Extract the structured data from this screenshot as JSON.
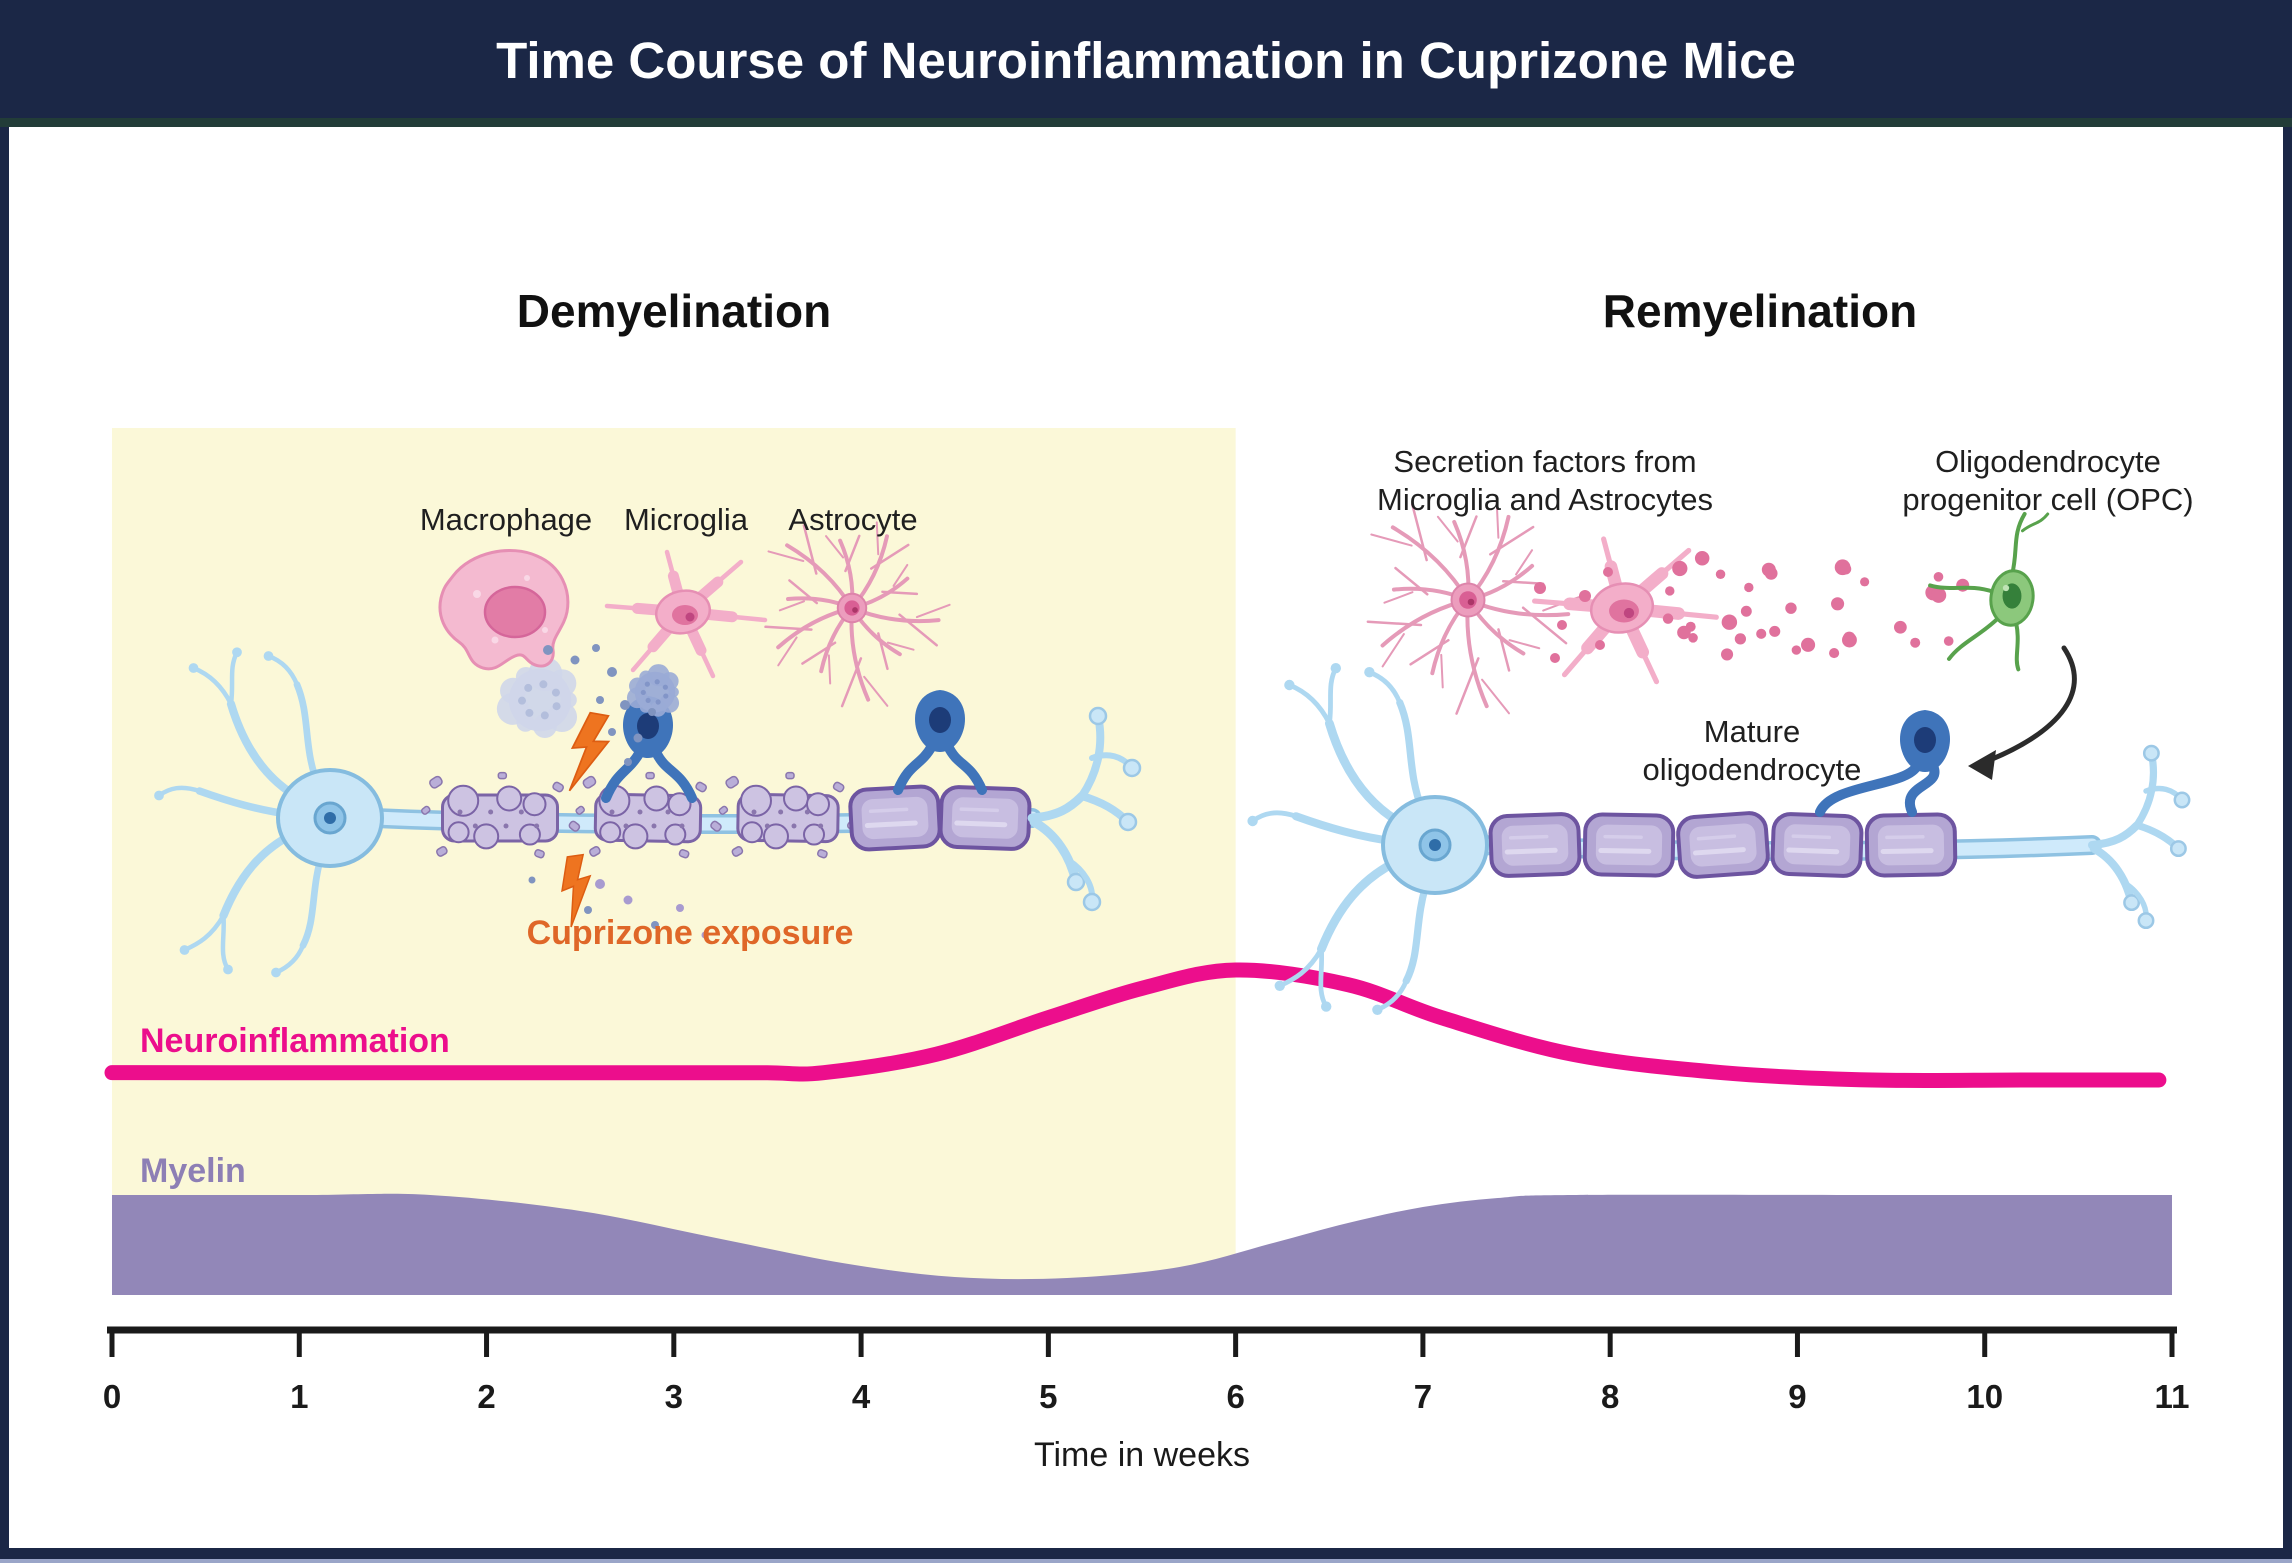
{
  "title": "Time Course of Neuroinflammation in Cuprizone Mice",
  "palette": {
    "header_bg": "#1b2746",
    "header_accent_line": "#223c38",
    "frame_border": "#1b2746",
    "frame_bottom_edge": "#9aa5c8",
    "canvas_bg": "#ffffff",
    "demyelination_panel_bg": "#fbf8d8",
    "neuroinflammation_pink": "#ec0e8c",
    "myelin_purple": "#9287b8",
    "myelin_label_purple": "#8d7fb5",
    "cuprizone_orange": "#df6728",
    "lightning_orange": "#ee7420",
    "axis_black": "#1a1a1a",
    "immune_cell_pink": "#f3aec9",
    "neuron_light_blue": "#c9e6f7",
    "oligodendrocyte_blue": "#3f74ba",
    "myelin_sheath_fill": "#b3a6d3",
    "myelin_sheath_outline": "#6d54a0",
    "opc_green": "#8cc87c",
    "secretion_dot_pink": "#e0719c",
    "arrow_black": "#2b2b2b"
  },
  "phases": {
    "demyelination": {
      "label": "Demyelination",
      "weeks_start": 0,
      "weeks_end": 6
    },
    "remyelination": {
      "label": "Remyelination",
      "weeks_start": 6,
      "weeks_end": 11
    }
  },
  "demyelination_panel": {
    "cell_labels": [
      "Macrophage",
      "Microglia",
      "Astrocyte"
    ],
    "exposure_label": "Cuprizone exposure",
    "illustrations": [
      "macrophage-cell",
      "microglia-cell",
      "astrocyte-cell",
      "neuron-with-damaged-myelin",
      "dying-oligodendrocyte",
      "oligodendrocyte-cells",
      "myelin-debris",
      "lightning-bolt-icons"
    ]
  },
  "remyelination_panel": {
    "secretion_label": [
      "Secretion factors from",
      "Microglia and Astrocytes"
    ],
    "opc_label": [
      "Oligodendrocyte",
      "progenitor cell (OPC)"
    ],
    "mature_oligo_label": [
      "Mature",
      "oligodendrocyte"
    ],
    "illustrations": [
      "astrocyte-cell",
      "microglia-cell",
      "secretion-factor-dots",
      "opc-cell",
      "arrow-opc-to-myelin",
      "neuron-with-restored-myelin",
      "mature-oligodendrocyte"
    ]
  },
  "chart_data": {
    "type": "area",
    "xlabel": "Time in weeks",
    "x_range": [
      0,
      11
    ],
    "x_ticks": [
      "0",
      "1",
      "2",
      "3",
      "4",
      "5",
      "6",
      "7",
      "8",
      "9",
      "10",
      "11"
    ],
    "grid": false,
    "legend_position": "inline labels at left of each curve",
    "highlight_region": {
      "label": "Cuprizone exposure period",
      "x0": 0,
      "x1": 6,
      "color": "#fbf8d8"
    },
    "series": [
      {
        "name": "Neuroinflammation",
        "type": "line",
        "color": "#ec0e8c",
        "y_unit": "relative level 0-100 (no y-axis shown)",
        "points": [
          [
            0,
            64
          ],
          [
            1,
            64
          ],
          [
            2,
            64
          ],
          [
            3,
            64
          ],
          [
            3.5,
            64
          ],
          [
            3.8,
            64
          ],
          [
            4.4,
            69
          ],
          [
            5,
            79
          ],
          [
            5.5,
            87
          ],
          [
            6,
            92
          ],
          [
            6.6,
            88
          ],
          [
            7.1,
            79
          ],
          [
            7.8,
            69
          ],
          [
            8.6,
            64
          ],
          [
            9.4,
            62
          ],
          [
            10.2,
            62
          ],
          [
            10.93,
            62
          ]
        ]
      },
      {
        "name": "Myelin",
        "type": "area",
        "color": "#9287b8",
        "y_unit": "percent of normal myelin 0-100 (no y-axis shown)",
        "points": [
          [
            0,
            100
          ],
          [
            1,
            100
          ],
          [
            1.7,
            100
          ],
          [
            2.5,
            84
          ],
          [
            3.2,
            58
          ],
          [
            3.9,
            32
          ],
          [
            4.5,
            18
          ],
          [
            5.1,
            17
          ],
          [
            5.7,
            28
          ],
          [
            6.2,
            52
          ],
          [
            6.6,
            72
          ],
          [
            7,
            88
          ],
          [
            7.4,
            97
          ],
          [
            7.8,
            100
          ],
          [
            9.5,
            100
          ],
          [
            11,
            100
          ]
        ]
      }
    ]
  }
}
